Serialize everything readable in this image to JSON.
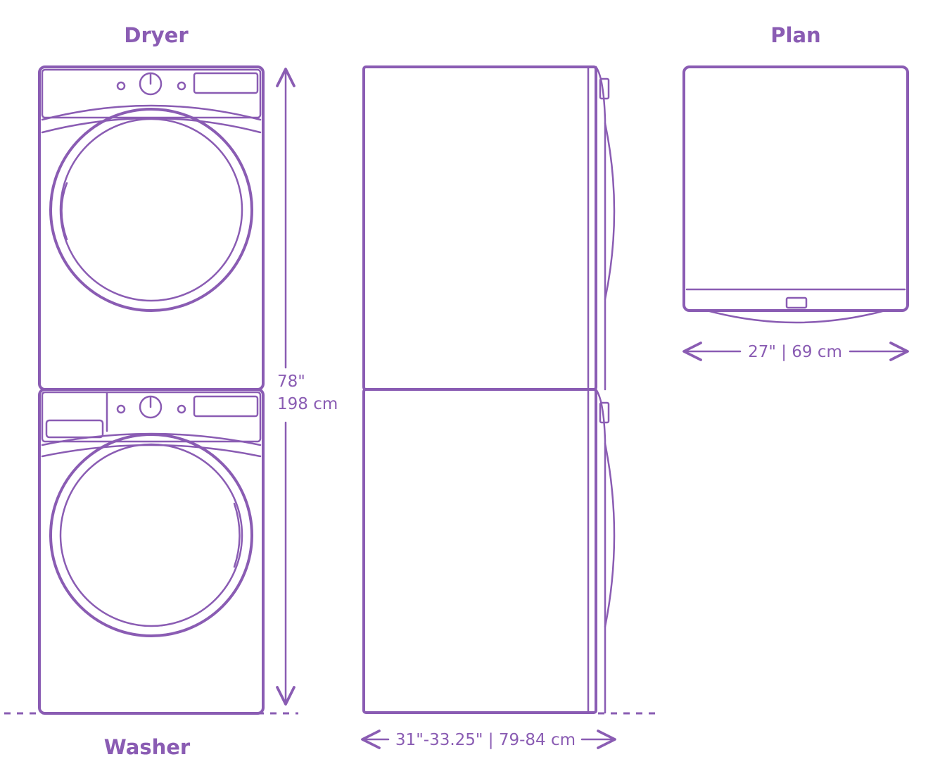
{
  "labels": {
    "dryer": "Dryer",
    "washer": "Washer",
    "plan": "Plan"
  },
  "dimensions": {
    "height_in": "78\"",
    "height_cm": "198 cm",
    "depth": "31\"-33.25\" | 79-84 cm",
    "width": "27\" | 69 cm"
  },
  "colors": {
    "line": "#8a5cb3",
    "background": "#ffffff"
  }
}
